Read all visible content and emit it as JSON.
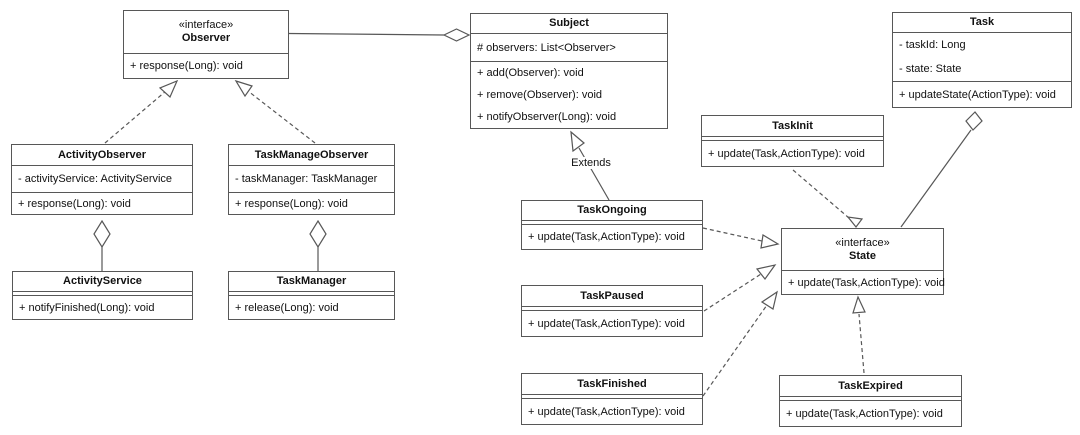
{
  "diagram": {
    "background_color": "#ffffff",
    "stroke_color": "#575757",
    "labels": {
      "extends": "Extends"
    },
    "classes": {
      "observer": {
        "stereotype": "«interface»",
        "name": "Observer",
        "methods": [
          "+ response(Long): void"
        ]
      },
      "subject": {
        "name": "Subject",
        "attributes": [
          "# observers: List<Observer>"
        ],
        "methods": [
          "+ add(Observer): void",
          "+ remove(Observer): void",
          "+ notifyObserver(Long): void"
        ]
      },
      "task": {
        "name": "Task",
        "attributes": [
          "- taskId: Long",
          "- state: State"
        ],
        "methods": [
          "+ updateState(ActionType): void"
        ]
      },
      "activity_observer": {
        "name": "ActivityObserver",
        "attributes": [
          "- activityService: ActivityService"
        ],
        "methods": [
          "+ response(Long): void"
        ]
      },
      "task_manage_observer": {
        "name": "TaskManageObserver",
        "attributes": [
          "- taskManager: TaskManager"
        ],
        "methods": [
          "+ response(Long): void"
        ]
      },
      "activity_service": {
        "name": "ActivityService",
        "methods": [
          "+ notifyFinished(Long): void"
        ]
      },
      "task_manager": {
        "name": "TaskManager",
        "methods": [
          "+ release(Long): void"
        ]
      },
      "task_init": {
        "name": "TaskInit",
        "methods": [
          "+ update(Task,ActionType): void"
        ]
      },
      "task_ongoing": {
        "name": "TaskOngoing",
        "methods": [
          "+ update(Task,ActionType): void"
        ]
      },
      "task_paused": {
        "name": "TaskPaused",
        "methods": [
          "+ update(Task,ActionType): void"
        ]
      },
      "task_finished": {
        "name": "TaskFinished",
        "methods": [
          "+ update(Task,ActionType): void"
        ]
      },
      "task_expired": {
        "name": "TaskExpired",
        "methods": [
          "+ update(Task,ActionType): void"
        ]
      },
      "state": {
        "stereotype": "«interface»",
        "name": "State",
        "methods": [
          "+ update(Task,ActionType): void"
        ]
      }
    },
    "relationships": [
      {
        "from": "Observer",
        "to": "Subject",
        "type": "aggregation"
      },
      {
        "from": "ActivityObserver",
        "to": "Observer",
        "type": "realization"
      },
      {
        "from": "TaskManageObserver",
        "to": "Observer",
        "type": "realization"
      },
      {
        "from": "ActivityService",
        "to": "ActivityObserver",
        "type": "aggregation"
      },
      {
        "from": "TaskManager",
        "to": "TaskManageObserver",
        "type": "aggregation"
      },
      {
        "from": "TaskOngoing",
        "to": "Subject",
        "type": "generalization",
        "label": "Extends"
      },
      {
        "from": "TaskInit",
        "to": "State",
        "type": "realization"
      },
      {
        "from": "TaskOngoing",
        "to": "State",
        "type": "realization"
      },
      {
        "from": "TaskPaused",
        "to": "State",
        "type": "realization"
      },
      {
        "from": "TaskFinished",
        "to": "State",
        "type": "realization"
      },
      {
        "from": "TaskExpired",
        "to": "State",
        "type": "realization"
      },
      {
        "from": "State",
        "to": "Task",
        "type": "aggregation"
      }
    ]
  }
}
